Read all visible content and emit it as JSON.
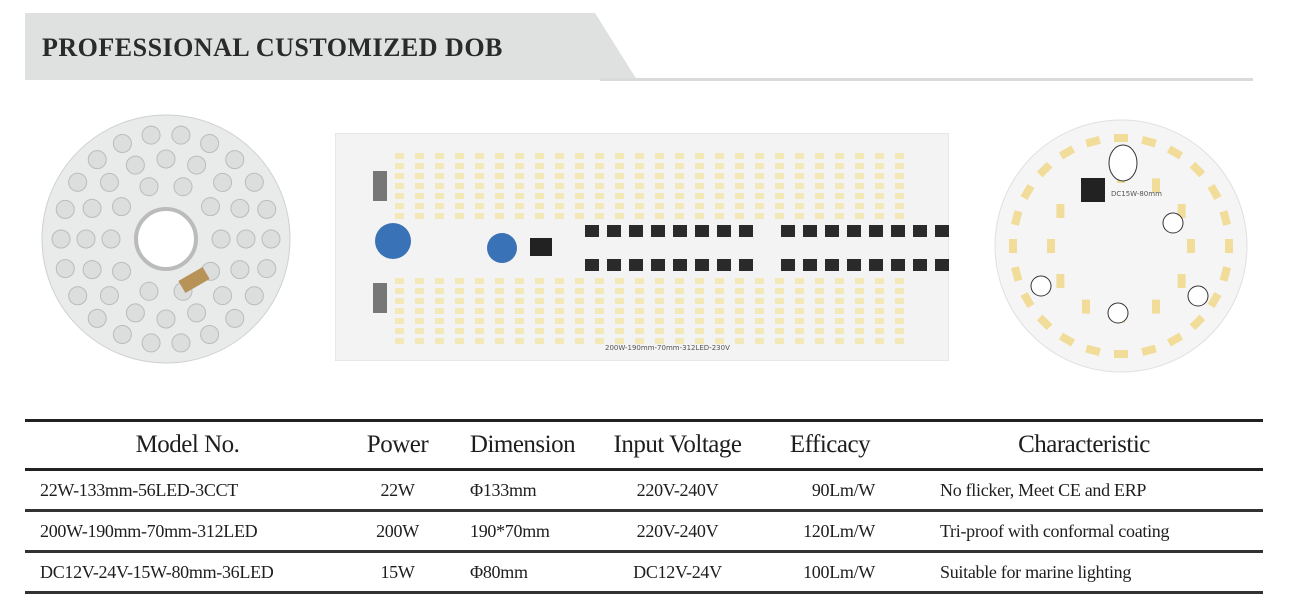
{
  "header": {
    "title": "PROFESSIONAL CUSTOMIZED DOB"
  },
  "board_label": "200W-190mm-70mm-312LED-230V",
  "round_board_label": "DC15W-80mm",
  "table": {
    "headers": [
      "Model No.",
      "Power",
      "Dimension",
      "Input Voltage",
      "Efficacy",
      "Characteristic"
    ],
    "rows": [
      [
        "22W-133mm-56LED-3CCT",
        "22W",
        "Φ133mm",
        "220V-240V",
        "90Lm/W",
        "No flicker, Meet CE and ERP"
      ],
      [
        "200W-190mm-70mm-312LED",
        "200W",
        "190*70mm",
        "220V-240V",
        "120Lm/W",
        "Tri-proof with conformal coating"
      ],
      [
        "DC12V-24V-15W-80mm-36LED",
        "15W",
        "Φ80mm",
        "DC12V-24V",
        "100Lm/W",
        "Suitable for marine lighting"
      ]
    ]
  }
}
